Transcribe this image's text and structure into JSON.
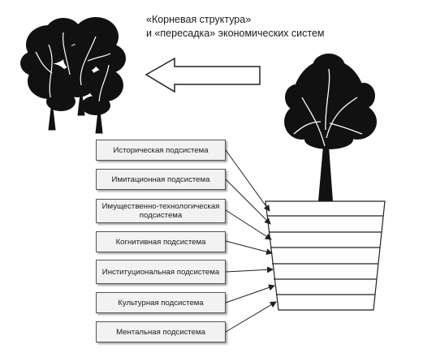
{
  "title": {
    "line1": "«Корневая структура»",
    "line2": "и «пересадка» экономических систем"
  },
  "subsystems": [
    {
      "label": "Историческая подсистема"
    },
    {
      "label": "Имитационная подсистема"
    },
    {
      "label": "Имущественно-технологическая подсистема"
    },
    {
      "label": "Когнитивная подсистема"
    },
    {
      "label": "Институциональная подсистема"
    },
    {
      "label": "Культурная подсистема"
    },
    {
      "label": "Ментальная подсистема"
    }
  ],
  "icons": {
    "forest": "forest-trees-icon",
    "tree": "potted-tree-icon",
    "arrow": "left-arrow-icon"
  }
}
